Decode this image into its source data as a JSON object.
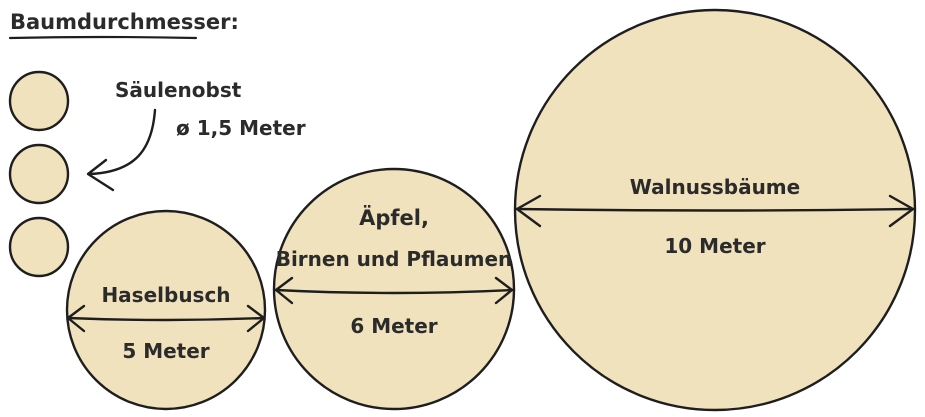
{
  "title": "Baumdurchmesser:",
  "colors": {
    "circle_fill": "#f1e2be",
    "stroke": "#1e1e1e",
    "text": "#2b2b2b"
  },
  "saeulenobst": {
    "name": "Säulenobst",
    "size": "ø 1,5 Meter"
  },
  "haselbusch": {
    "name": "Haselbusch",
    "size": "5 Meter"
  },
  "aepfel": {
    "name_line1": "Äpfel,",
    "name_line2": "Birnen und Pflaumen",
    "size": "6 Meter"
  },
  "walnuss": {
    "name": "Walnussbäume",
    "size": "10 Meter"
  }
}
